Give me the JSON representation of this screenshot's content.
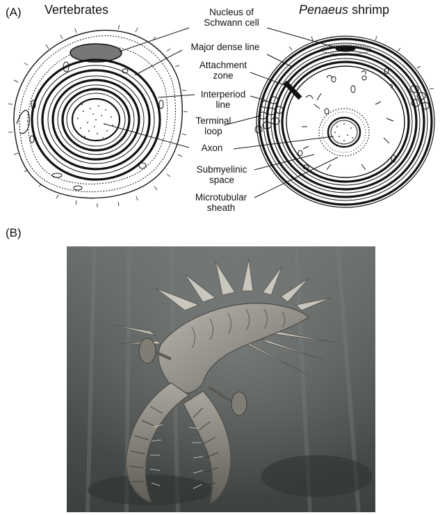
{
  "panel_a": {
    "letter": "(A)",
    "left_title": "Vertebrates",
    "right_title_italic": "Penaeus",
    "right_title_rest": " shrimp",
    "labels": {
      "nucleus_line1": "Nucleus of",
      "nucleus_line2": "Schwann cell",
      "major_dense_line": "Major dense line",
      "attachment_line1": "Attachment",
      "attachment_line2": "zone",
      "interperiod_line1": "Interperiod",
      "interperiod_line2": "line",
      "terminal_line1": "Terminal",
      "terminal_line2": "loop",
      "axon": "Axon",
      "submyelinic_line1": "Submyelinic",
      "submyelinic_line2": "space",
      "microtubular_line1": "Microtubular",
      "microtubular_line2": "sheath"
    }
  },
  "panel_b": {
    "letter": "(B)"
  },
  "colors": {
    "ink": "#111111",
    "schwann_nucleus_fill": "#777777",
    "photo_background": "#4e5452"
  }
}
